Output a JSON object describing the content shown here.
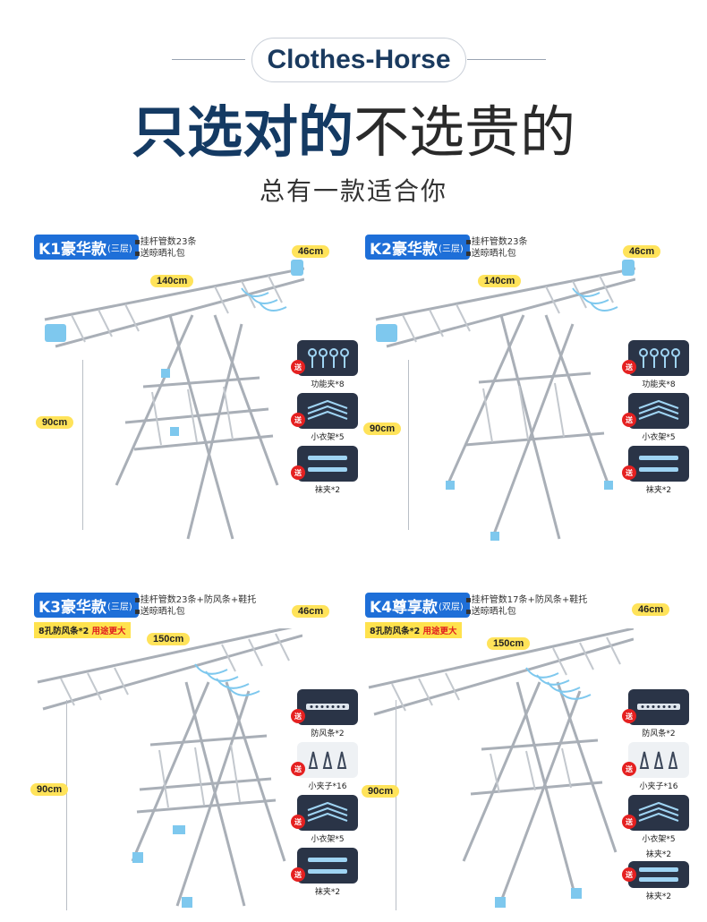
{
  "header": {
    "brand": "Clothes-Horse",
    "headline_strong": "只选对的",
    "headline_light": "不选贵的",
    "subheadline": "总有一款适合你"
  },
  "send_tag": "送",
  "products": [
    {
      "badge_main": "K1豪华款",
      "badge_sub": "(三层)",
      "specs": [
        "挂杆管数23条",
        "送晾晒礼包"
      ],
      "dims": {
        "width": "46cm",
        "length": "140cm",
        "height": "90cm"
      },
      "gifts": [
        "功能夹*8",
        "小衣架*5",
        "袜夹*2"
      ]
    },
    {
      "badge_main": "K2豪华款",
      "badge_sub": "(三层)",
      "specs": [
        "挂杆管数23条",
        "送晾晒礼包"
      ],
      "dims": {
        "width": "46cm",
        "length": "140cm",
        "height": "90cm"
      },
      "gifts": [
        "功能夹*8",
        "小衣架*5",
        "袜夹*2"
      ]
    },
    {
      "badge_main": "K3豪华款",
      "badge_sub": "(三层)",
      "specs": [
        "挂杆管数23条+防风条+鞋托",
        "送晾晒礼包"
      ],
      "promo": "8孔防风条*2",
      "promo_red": "用途更大",
      "dims": {
        "width": "46cm",
        "length": "150cm",
        "height": "90cm"
      },
      "gifts": [
        "防风条*2",
        "小夹子*16",
        "小衣架*5",
        "袜夹*2"
      ]
    },
    {
      "badge_main": "K4尊享款",
      "badge_sub": "(双层)",
      "specs": [
        "挂杆管数17条+防风条+鞋托",
        "送晾晒礼包"
      ],
      "promo": "8孔防风条*2",
      "promo_red": "用途更大",
      "dims": {
        "width": "46cm",
        "length": "150cm",
        "height": "90cm"
      },
      "gifts": [
        "防风条*2",
        "小夹子*16",
        "小衣架*5",
        "袜夹*2",
        "袜夹*2"
      ]
    }
  ]
}
